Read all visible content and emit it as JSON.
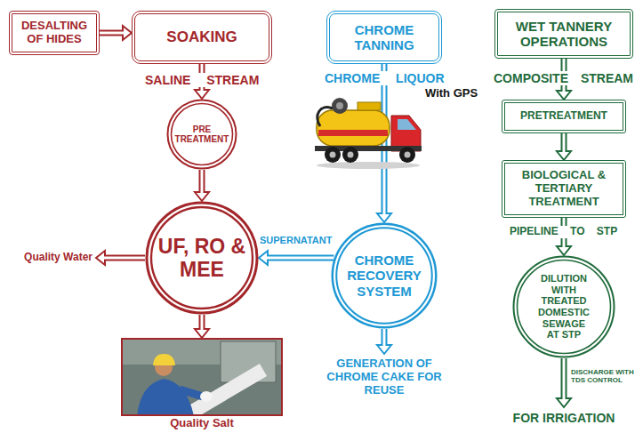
{
  "diagram": {
    "nodes": [
      {
        "text": [
          "DESALTING OF HIDES"
        ]
      },
      {
        "text": [
          "SOAKING"
        ]
      },
      {
        "text": [
          "PRE TREATMENT"
        ]
      },
      {
        "text": [
          "UF, RO & MEE"
        ]
      },
      {
        "text": [
          "Quality Salt"
        ]
      },
      {
        "text": [
          "CHROME TANNING"
        ]
      },
      {
        "text": [
          "CHROME RECOVERY SYSTEM"
        ]
      },
      {
        "text": [
          "WET TANNERY OPERATIONS"
        ]
      },
      {
        "text": [
          "PRETREATMENT"
        ]
      },
      {
        "text": [
          "BIOLOGICAL & TERTIARY TREATMENT"
        ]
      },
      {
        "text": [
          "DILUTION WITH TREATED DOMESTIC SEWAGE AT STP"
        ]
      }
    ],
    "edges": [
      {
        "from": 0,
        "to": 1,
        "arrow": "to"
      },
      {
        "from": 1,
        "to": 2,
        "label": "SALINE STREAM",
        "arrow": "to"
      },
      {
        "from": 2,
        "to": 3,
        "arrow": "to"
      },
      {
        "from": 3,
        "to": 4,
        "arrow": "to"
      },
      {
        "from": 5,
        "to": 6,
        "label": "CHROME LIQUOR",
        "arrow": "to"
      },
      {
        "from": 6,
        "to": 3,
        "label": "SUPERNATANT",
        "arrow": "to"
      },
      {
        "from": 7,
        "to": 8,
        "label": "COMPOSITE STREAM",
        "arrow": "to"
      },
      {
        "from": 8,
        "to": 9,
        "arrow": "to"
      },
      {
        "from": 9,
        "to": 10,
        "label": "PIPELINE TO STP",
        "arrow": "to"
      }
    ],
    "labels": [
      "With GPS",
      "Quality Water",
      "GENERATION OF CHROME CAKE FOR REUSE",
      "DISCHARGE WITH TDS CONTROL",
      "FOR IRRIGATION"
    ]
  }
}
